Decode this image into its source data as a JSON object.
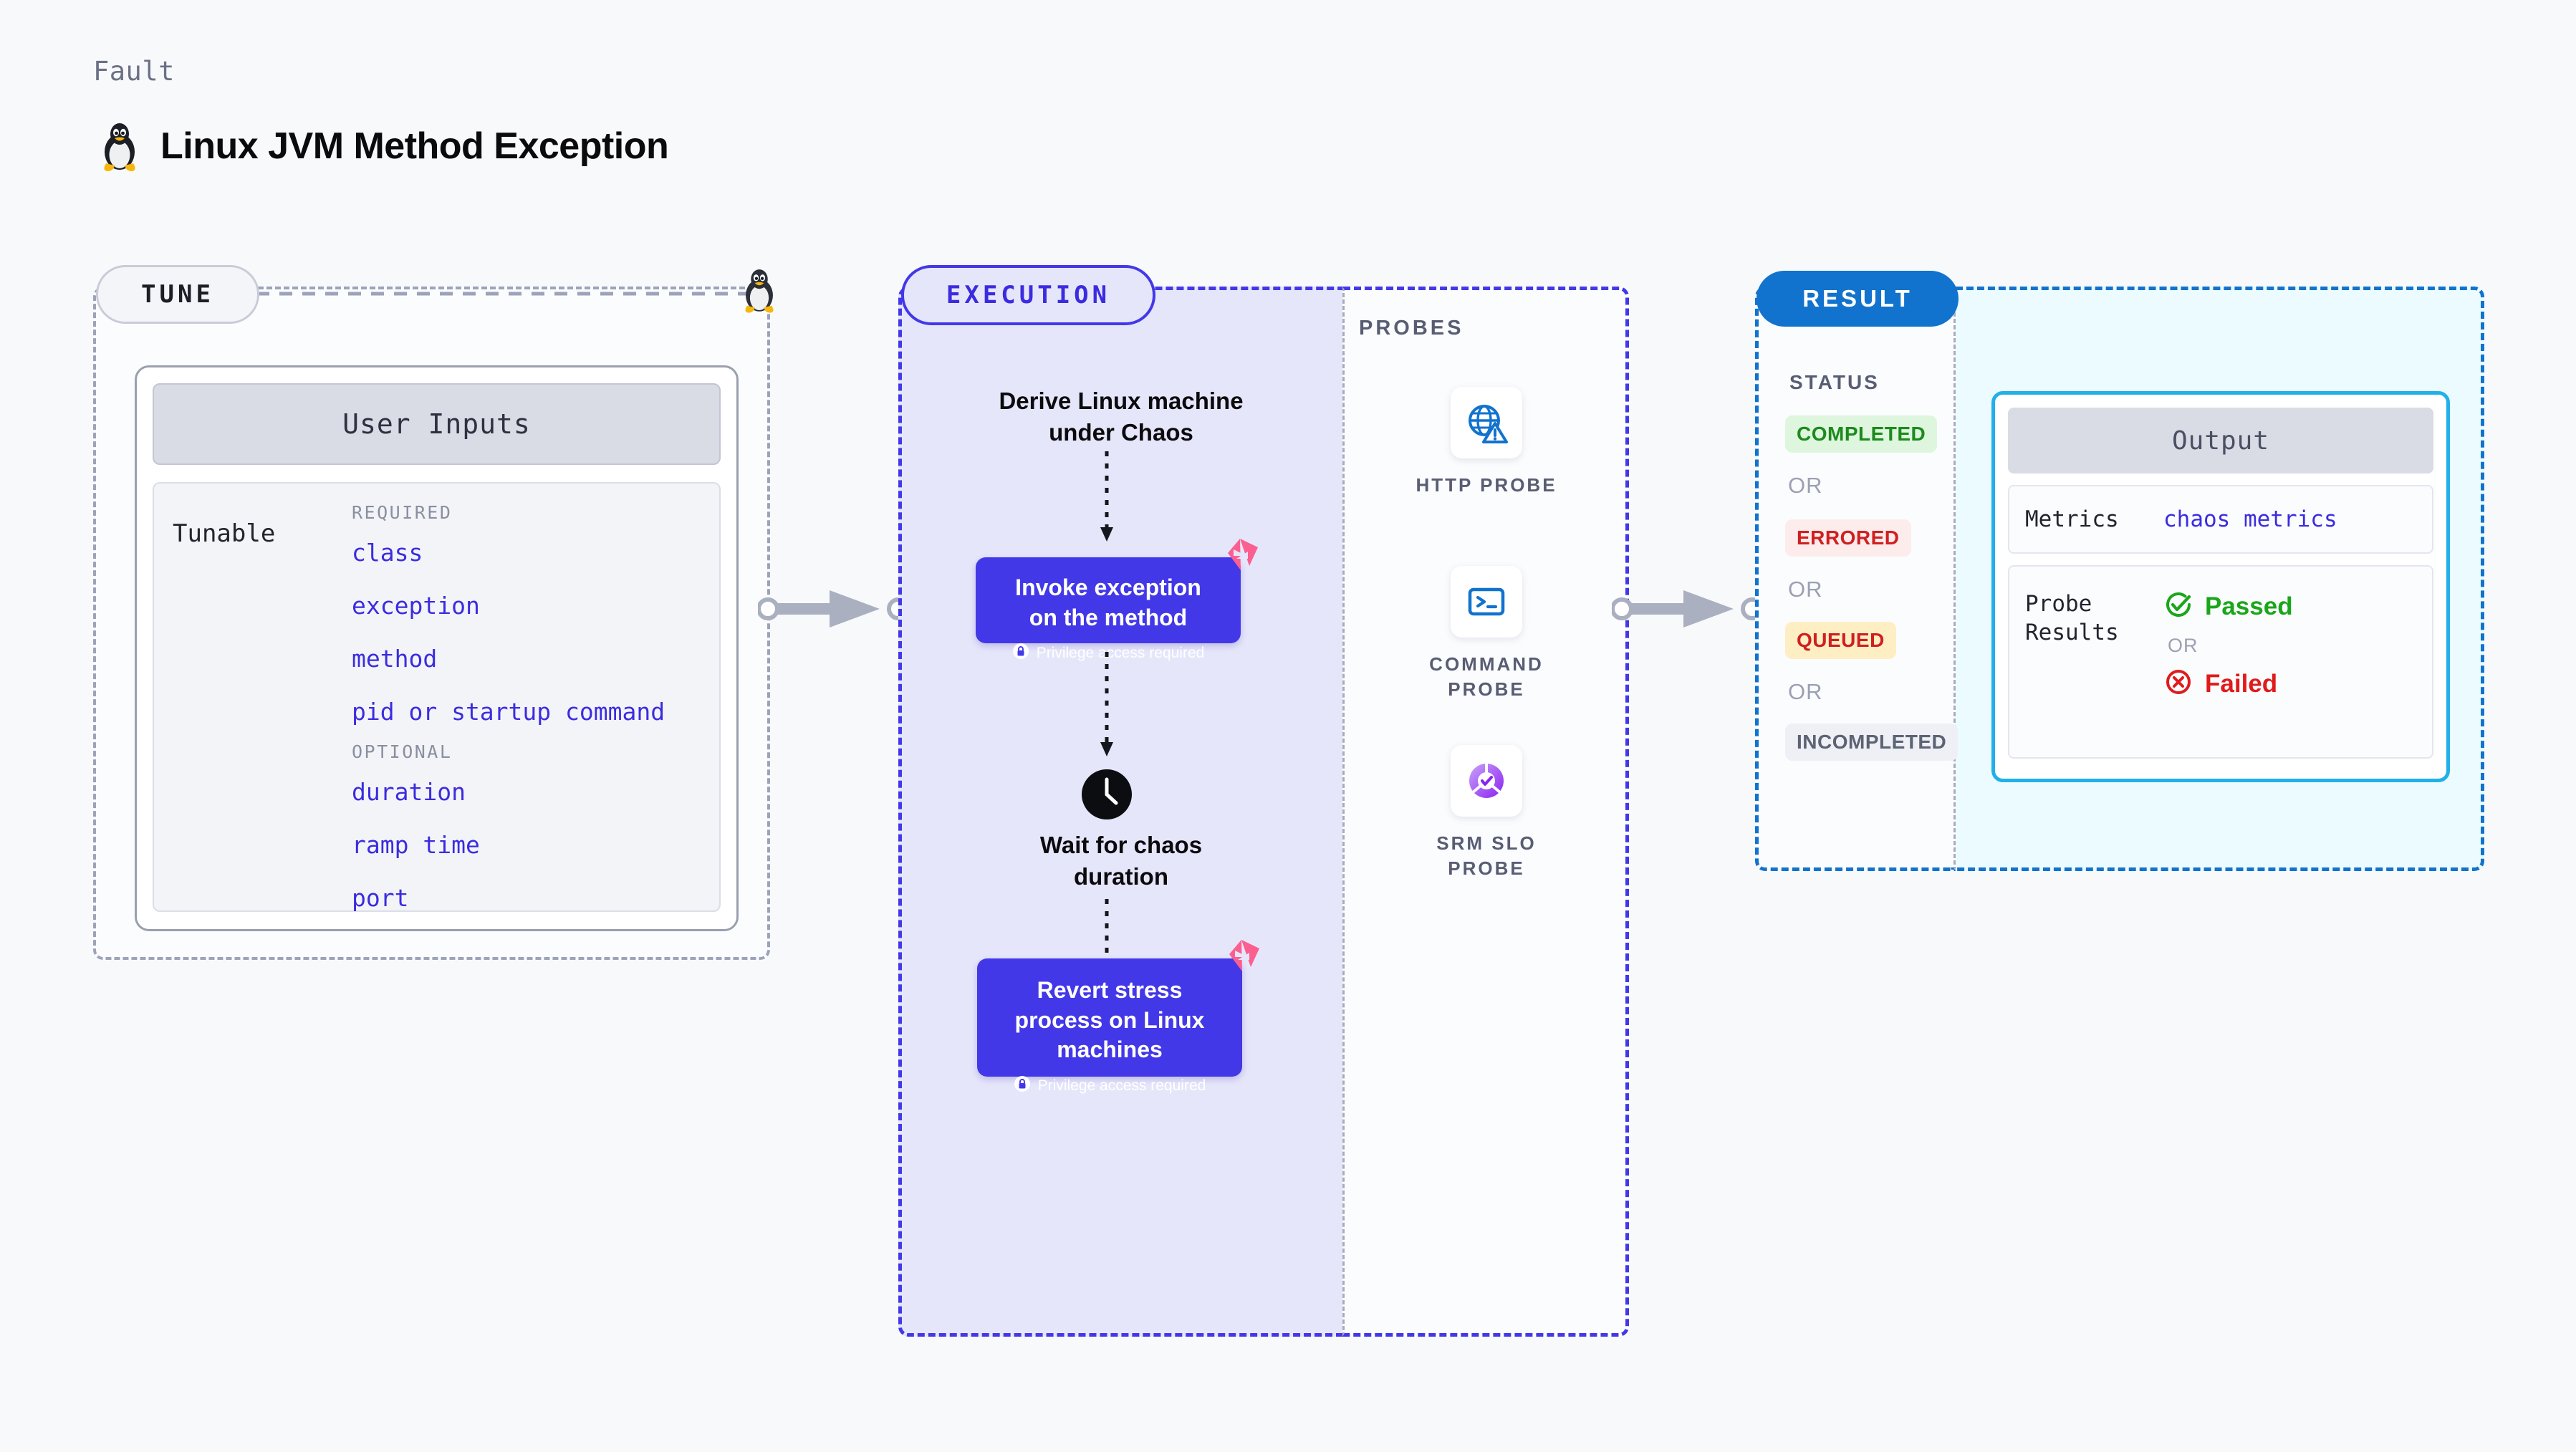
{
  "header": {
    "kicker": "Fault",
    "title": "Linux JVM Method Exception",
    "icon": "linux-penguin-icon"
  },
  "tune": {
    "stage_label": "TUNE",
    "card_title": "User Inputs",
    "tunable_label": "Tunable",
    "groups": [
      {
        "name": "REQUIRED",
        "items": [
          "class",
          "exception",
          "method",
          "pid or startup command"
        ]
      },
      {
        "name": "OPTIONAL",
        "items": [
          "duration",
          "ramp time",
          "port"
        ]
      }
    ]
  },
  "execution": {
    "stage_label": "EXECUTION",
    "step1_text": "Derive Linux machine\nunder Chaos",
    "step2": {
      "title": "Invoke exception\non the method",
      "privilege_note": "Privilege access required"
    },
    "wait_text": "Wait for chaos\nduration",
    "step3": {
      "title": "Revert stress\nprocess on Linux\nmachines",
      "privilege_note": "Privilege access required"
    }
  },
  "probes": {
    "section_label": "PROBES",
    "items": [
      {
        "caption": "HTTP PROBE",
        "icon": "globe-warning-icon"
      },
      {
        "caption": "COMMAND\nPROBE",
        "icon": "terminal-icon"
      },
      {
        "caption": "SRM SLO\nPROBE",
        "icon": "slo-donut-check-icon"
      }
    ]
  },
  "result": {
    "stage_label": "RESULT",
    "status_label": "STATUS",
    "or_text": "OR",
    "statuses": [
      {
        "label": "COMPLETED",
        "bg": "#ddf6dd",
        "fg": "#1d8a1d"
      },
      {
        "label": "ERRORED",
        "bg": "#fdecec",
        "fg": "#cf2020"
      },
      {
        "label": "QUEUED",
        "bg": "#fdeec4",
        "fg": "#cf2020"
      },
      {
        "label": "INCOMPLETED",
        "bg": "#eef0f5",
        "fg": "#5d6275"
      }
    ],
    "output": {
      "title": "Output",
      "metrics_key": "Metrics",
      "metrics_value": "chaos metrics",
      "probe_results_key": "Probe\nResults",
      "passed_label": "Passed",
      "failed_label": "Failed",
      "or_text": "OR"
    }
  },
  "colors": {
    "accent_purple": "#4338e8",
    "accent_blue": "#1173cd",
    "output_border": "#22b0e8",
    "pink_badge": "#fb5f8f",
    "connector_gray": "#aab0c0"
  }
}
